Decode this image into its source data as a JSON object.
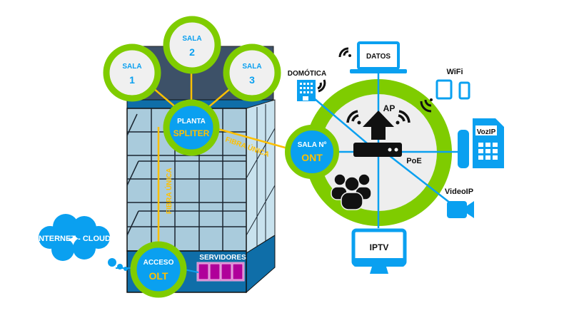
{
  "colors": {
    "green": "#7fcc00",
    "blue": "#0aa0f0",
    "fiber": "#ffc000",
    "building_dark": "#3d5168",
    "building_base": "#0f6ea8",
    "glass": "#a9cbdc",
    "server": "#b0009a",
    "core_bg": "#eeeeee"
  },
  "rooms": [
    {
      "label": "SALA",
      "number": "1"
    },
    {
      "label": "SALA",
      "number": "2"
    },
    {
      "label": "SALA",
      "number": "3"
    }
  ],
  "splitter": {
    "label": "PLANTA",
    "name": "SPLITER"
  },
  "olt": {
    "label": "ACCESO",
    "name": "OLT"
  },
  "ont": {
    "label": "SALA Nº",
    "name": "ONT"
  },
  "cloud": {
    "label": "INTERNET - CLOUD"
  },
  "servers": {
    "label": "SERVIDORES"
  },
  "fiber_labels": {
    "vertical": "FIBRA ÚNICA",
    "horizontal": "FIBRA ÚNICA"
  },
  "devices": {
    "datos": "DATOS",
    "domotica": "DOMÓTICA",
    "wifi": "WiFi",
    "voip": "VozIP",
    "videoip": "VideoIP",
    "iptv": "IPTV",
    "ap": "AP",
    "poe": "PoE"
  }
}
